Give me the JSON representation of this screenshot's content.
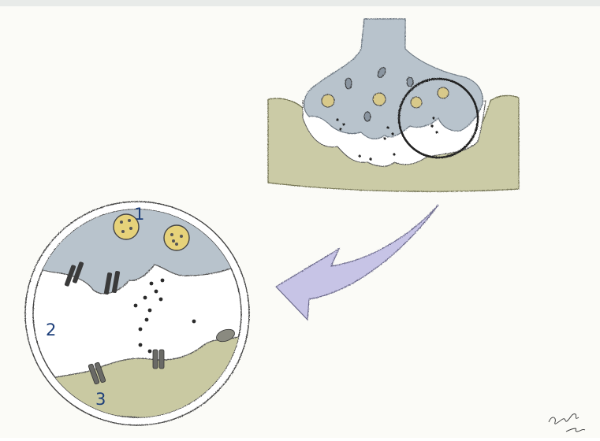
{
  "labels": {
    "one": "1",
    "two": "2",
    "three": "3"
  },
  "colors": {
    "paper": "#fbfbf7",
    "neuron_fill": "#b8c3cc",
    "neuron_stroke": "#6f7a84",
    "muscle_fill": "#c9c9a2",
    "vesicle_fill": "#e6d27a",
    "arrow_fill": "#c7c4e6",
    "label_text": "#1d3f7a"
  },
  "icons": [
    "neuron-terminal-drawing",
    "zoom-circle",
    "curved-arrow",
    "receptor-channel",
    "synaptic-vesicle",
    "artist-signature"
  ]
}
